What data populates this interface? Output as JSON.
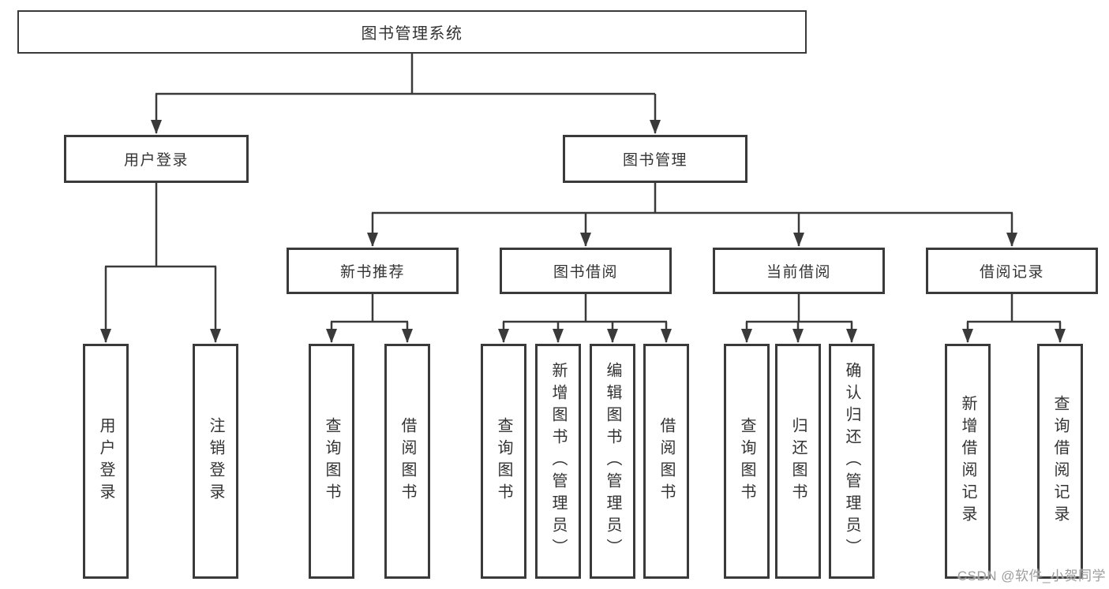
{
  "diagram": {
    "title_node": "图书管理系统",
    "colors": {
      "line": "#3a3a3a",
      "text": "#333333",
      "box_background": "#ffffff"
    },
    "nodes": {
      "root": {
        "label": "图书管理系统"
      },
      "level2": [
        {
          "key": "user-login",
          "label": "用户登录",
          "parent": "图书管理系统"
        },
        {
          "key": "book-management",
          "label": "图书管理",
          "parent": "图书管理系统"
        }
      ],
      "level3": [
        {
          "key": "new-book-recommend",
          "label": "新书推荐",
          "parent": "图书管理"
        },
        {
          "key": "book-borrowing",
          "label": "图书借阅",
          "parent": "图书管理"
        },
        {
          "key": "current-borrowing",
          "label": "当前借阅",
          "parent": "图书管理"
        },
        {
          "key": "borrowing-records",
          "label": "借阅记录",
          "parent": "图书管理"
        }
      ],
      "leaves": [
        {
          "key": "user-login-action",
          "label": "用户登录",
          "parent": "用户登录"
        },
        {
          "key": "logout-action",
          "label": "注销登录",
          "parent": "用户登录"
        },
        {
          "key": "query-books-recommend",
          "label": "查询图书",
          "parent": "新书推荐"
        },
        {
          "key": "borrow-books-recommend",
          "label": "借阅图书",
          "parent": "新书推荐"
        },
        {
          "key": "query-books-borrowing",
          "label": "查询图书",
          "parent": "图书借阅"
        },
        {
          "key": "add-books-admin",
          "label": "新增图书（管理员）",
          "parent": "图书借阅"
        },
        {
          "key": "edit-books-admin",
          "label": "编辑图书（管理员）",
          "parent": "图书借阅"
        },
        {
          "key": "borrow-books-borrowing",
          "label": "借阅图书",
          "parent": "图书借阅"
        },
        {
          "key": "query-books-current",
          "label": "查询图书",
          "parent": "当前借阅"
        },
        {
          "key": "return-books",
          "label": "归还图书",
          "parent": "当前借阅"
        },
        {
          "key": "confirm-return-admin",
          "label": "确认归还（管理员）",
          "parent": "当前借阅"
        },
        {
          "key": "add-borrow-record",
          "label": "新增借阅记录",
          "parent": "借阅记录"
        },
        {
          "key": "query-borrow-record",
          "label": "查询借阅记录",
          "parent": "借阅记录"
        }
      ]
    },
    "watermark": "CSDN @软件_小贺同学"
  }
}
